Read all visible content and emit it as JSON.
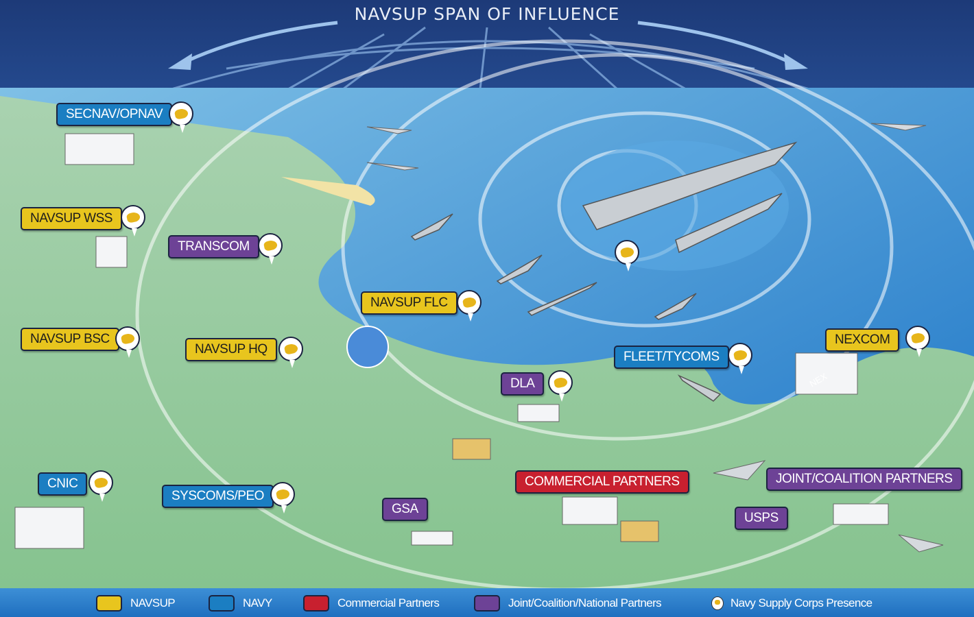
{
  "title": "NAVSUP SPAN OF INFLUENCE",
  "colors": {
    "navsup": "#e8c51e",
    "navy": "#1b7ec2",
    "commercial": "#c8202f",
    "joint": "#6d4296"
  },
  "labels": {
    "secnav": "SECNAV/OPNAV",
    "wss": "NAVSUP WSS",
    "transcom": "TRANSCOM",
    "flc": "NAVSUP FLC",
    "bsc": "NAVSUP BSC",
    "hq": "NAVSUP HQ",
    "fleet": "FLEET/TYCOMS",
    "dla": "DLA",
    "nexcom": "NEXCOM",
    "cnic": "CNIC",
    "syscoms": "SYSCOMS/PEO",
    "gsa": "GSA",
    "commercial": "COMMERCIAL PARTNERS",
    "joint": "JOINT/COALITION PARTNERS",
    "usps": "USPS"
  },
  "nex_sign": "NEX",
  "legend": [
    {
      "label": "NAVSUP",
      "color": "#e8c51e"
    },
    {
      "label": "NAVY",
      "color": "#1b7ec2"
    },
    {
      "label": "Commercial Partners",
      "color": "#c8202f"
    },
    {
      "label": "Joint/Coalition/National Partners",
      "color": "#6d4296"
    },
    {
      "label": "Navy Supply Corps Presence",
      "icon": "supply-corps-pin-icon"
    }
  ]
}
